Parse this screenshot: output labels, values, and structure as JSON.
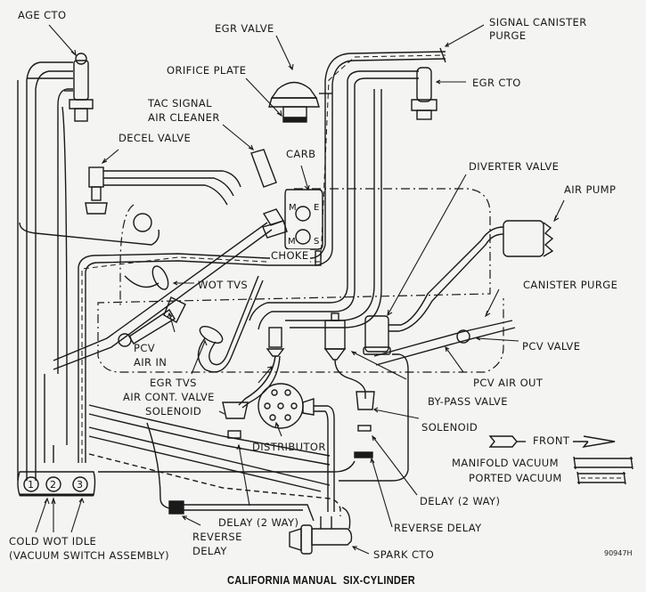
{
  "diagram": {
    "title_left": "CALIFORNIA MANUAL",
    "title_right": "SIX-CYLINDER",
    "figure_code": "90947H",
    "labels": {
      "age_cto": "AGE CTO",
      "egr_valve": "EGR VALVE",
      "orifice_plate": "ORIFICE PLATE",
      "tac_signal_1": "TAC SIGNAL",
      "tac_signal_2": "AIR CLEANER",
      "decel_valve": "DECEL VALVE",
      "carb": "CARB",
      "choke": "CHOKE",
      "signal_canister_1": "SIGNAL CANISTER",
      "signal_canister_2": "PURGE",
      "egr_cto": "EGR CTO",
      "diverter_valve": "DIVERTER VALVE",
      "air_pump": "AIR PUMP",
      "wot_tvs": "WOT TVS",
      "canister_purge": "CANISTER PURGE",
      "pcv_air_in_1": "PCV",
      "pcv_air_in_2": "AIR IN",
      "pcv_valve": "PCV VALVE",
      "egr_tvs": "EGR TVS",
      "pcv_air_out": "PCV AIR OUT",
      "air_cont_valve_1": "AIR CONT. VALVE",
      "air_cont_valve_2": "SOLENOID",
      "by_pass_valve": "BY-PASS VALVE",
      "solenoid": "SOLENOID",
      "distributor": "DISTRIBUTOR",
      "delay_2way_left": "DELAY (2 WAY)",
      "delay_2way_right": "DELAY (2 WAY)",
      "reverse_delay_left_1": "REVERSE",
      "reverse_delay_left_2": "DELAY",
      "reverse_delay_right": "REVERSE DELAY",
      "spark_cto": "SPARK CTO",
      "cold_wot_1": "COLD WOT IDLE",
      "cold_wot_2": "(VACUUM SWITCH ASSEMBLY)"
    },
    "carb_markers": {
      "m_top": "M",
      "e": "E",
      "m_bottom": "M",
      "s": "S"
    },
    "switch_ports": [
      "1",
      "2",
      "3"
    ],
    "legend": {
      "front": "FRONT",
      "manifold_vacuum": "MANIFOLD VACUUM",
      "ported_vacuum": "PORTED VACUUM"
    }
  }
}
